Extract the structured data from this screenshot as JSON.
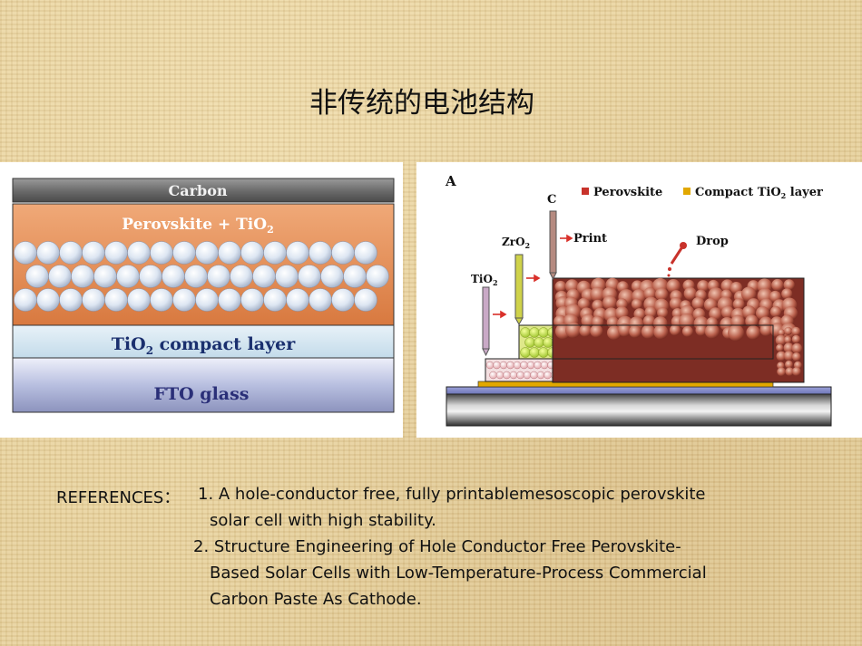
{
  "slide": {
    "title": "非传统的电池结构"
  },
  "left_diagram": {
    "layers": {
      "carbon": "Carbon",
      "perovskite_tio2": "Perovskite + TiO",
      "perovskite_tio2_sub": "2",
      "tio2_compact_pre": "TiO",
      "tio2_compact_sub": "2",
      "tio2_compact_post": " compact layer",
      "fto": "FTO glass"
    }
  },
  "right_diagram": {
    "panel_letter": "A",
    "legend": {
      "perovskite": "Perovskite",
      "compact_pre": "Compact TiO",
      "compact_sub": "2",
      "compact_post": " layer"
    },
    "tools": {
      "c": "C",
      "zro2_pre": "ZrO",
      "zro2_sub": "2",
      "tio2_pre": "TiO",
      "tio2_sub": "2",
      "print": "Print",
      "drop": "Drop"
    },
    "colors": {
      "perovskite": "#c8322b",
      "compact_tio2": "#e2a800"
    }
  },
  "references": {
    "label": "REFERENCES：",
    "ref1_line1": "1. A hole-conductor free, fully printablemesoscopic perovskite",
    "ref1_line2": "solar cell with high stability.",
    "ref2_line1": "2. Structure Engineering of Hole Conductor Free Perovskite-",
    "ref2_line2": "Based Solar Cells with Low-Temperature-Process Commercial",
    "ref2_line3": "Carbon Paste As Cathode."
  }
}
